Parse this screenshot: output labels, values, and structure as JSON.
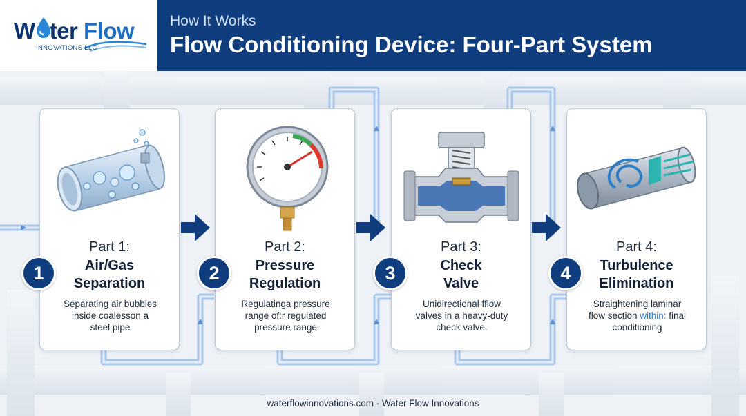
{
  "brand": {
    "name_part1": "W",
    "name_part2": "ter ",
    "name_part3": "Flow",
    "subline": "INNOVATIONS LLC"
  },
  "header": {
    "kicker": "How It Works",
    "title": "Flow Conditioning Device: Four-Part System"
  },
  "steps": [
    {
      "number": "1",
      "part": "Part 1:",
      "name_line1": "Air/Gas",
      "name_line2": "Separation",
      "desc_line1": "Separating air bubbles",
      "desc_line2": "inside coalesson a",
      "desc_line3": "steel pipe",
      "icon": "pipe-bubbles-icon"
    },
    {
      "number": "2",
      "part": "Part 2:",
      "name_line1": "Pressure",
      "name_line2": "Regulation",
      "desc_line1": "Regulatinga pressure",
      "desc_line2": "range of:r regulated",
      "desc_line3": "pressure range",
      "icon": "pressure-gauge-icon"
    },
    {
      "number": "3",
      "part": "Part 3:",
      "name_line1": "Check",
      "name_line2": "Valve",
      "desc_line1": "Unidirectional fflow",
      "desc_line2": "valves in a heavy-duty",
      "desc_line3": "check valve.",
      "icon": "check-valve-icon"
    },
    {
      "number": "4",
      "part": "Part 4:",
      "name_line1": "Turbulence",
      "name_line2": "Elimination",
      "desc_line1": "Straightening laminar",
      "desc_line2_a": "flow section ",
      "desc_line2_b": "within:",
      "desc_line2_c": " final",
      "desc_line3": "conditioning",
      "icon": "turbulence-pipe-icon"
    }
  ],
  "footer": "waterflowinnovations.com · Water Flow Innovations",
  "colors": {
    "navy": "#0f3d7e",
    "accent_blue": "#1e6fc4",
    "flow_line": "#9fc0e6"
  }
}
